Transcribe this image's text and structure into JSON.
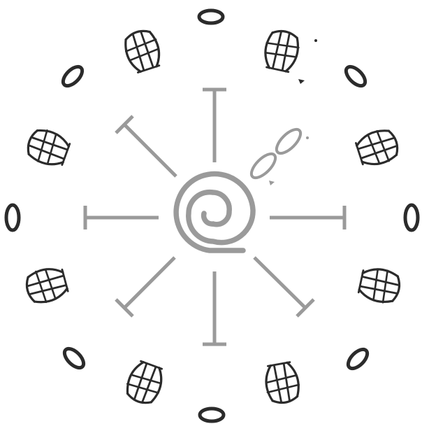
{
  "figure": {
    "background_color": "#ffffff",
    "ink_color": "#2b2b2b",
    "center_color": "#9a9a9a",
    "outer_ring": {
      "ovals": 8,
      "lantern_glyphs": 8,
      "pattern": "alternating"
    },
    "inner_star": {
      "t_bar_spokes": 7,
      "infinity_spoke": 1,
      "center_glyph": "spiral-icon"
    },
    "icons": [
      "oval-icon",
      "lantern-icon",
      "t-bar-icon",
      "infinity-icon",
      "spiral-icon"
    ]
  }
}
